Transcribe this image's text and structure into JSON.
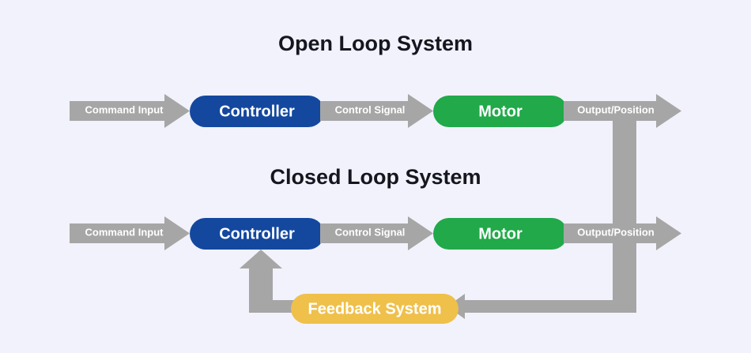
{
  "background_color": "#f2f2fc",
  "colors": {
    "arrow_gray": "#a6a6a6",
    "controller_blue": "#14489f",
    "motor_green": "#21a94a",
    "feedback_yellow": "#efc04a",
    "title_text": "#15171f",
    "label_text": "#ffffff"
  },
  "sections": [
    {
      "title": "Open Loop System",
      "arrows": [
        {
          "label": "Command Input"
        },
        {
          "label": "Control Signal"
        },
        {
          "label": "Output/Position"
        }
      ],
      "nodes": [
        {
          "label": "Controller",
          "color": "#14489f"
        },
        {
          "label": "Motor",
          "color": "#21a94a"
        }
      ]
    },
    {
      "title": "Closed Loop System",
      "arrows": [
        {
          "label": "Command Input"
        },
        {
          "label": "Control Signal"
        },
        {
          "label": "Output/Position"
        }
      ],
      "nodes": [
        {
          "label": "Controller",
          "color": "#14489f"
        },
        {
          "label": "Motor",
          "color": "#21a94a"
        },
        {
          "label": "Feedback System",
          "color": "#efc04a"
        }
      ]
    }
  ]
}
